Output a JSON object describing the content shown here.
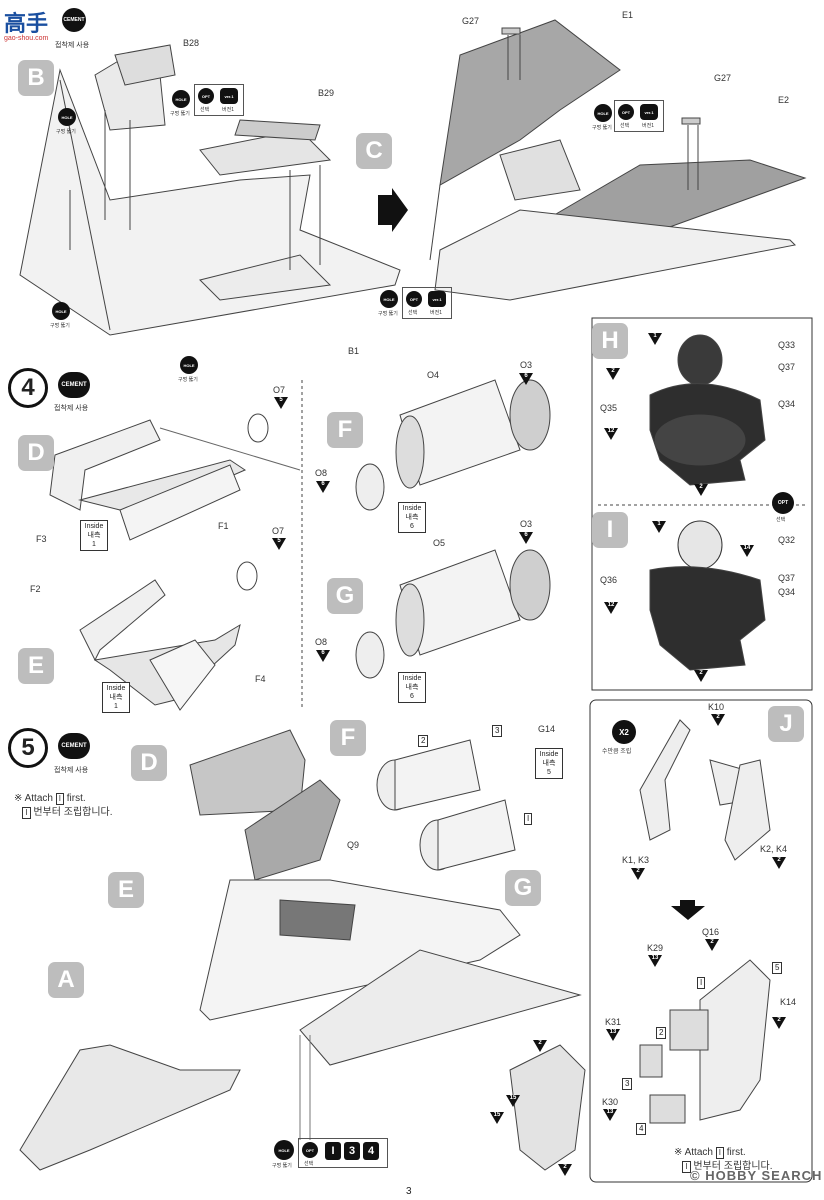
{
  "header": {
    "logo_text": "高手",
    "logo_url": "gao-shou.com",
    "cement_label": "CEMENT",
    "cement_sub": "접착제 사용"
  },
  "panels": {
    "B": "B",
    "C": "C",
    "D": "D",
    "E": "E",
    "F": "F",
    "G": "G",
    "H": "H",
    "I": "I",
    "J": "J",
    "A": "A"
  },
  "steps": {
    "step4": "4",
    "step5": "5"
  },
  "icons": {
    "cement": "CEMENT",
    "cement_sub": "접착제 사용",
    "hole": "HOLE",
    "hole_sub": "구멍 뚫기",
    "opt": "OPT",
    "opt_sub": "선택",
    "ver": "ver.1",
    "ver_sub": "버전1",
    "x2": "X2",
    "x2_sub": "수만큼 조립"
  },
  "labels": {
    "B28": "B28",
    "B29": "B29",
    "B1": "B1",
    "G27a": "G27",
    "G27b": "G27",
    "E1": "E1",
    "E2": "E2",
    "O7a": "O7",
    "O7b": "O7",
    "F1": "F1",
    "F2": "F2",
    "F3": "F3",
    "F4": "F4",
    "O4": "O4",
    "O3a": "O3",
    "O8a": "O8",
    "O5": "O5",
    "O3b": "O3",
    "O8b": "O8",
    "Q33": "Q33",
    "Q37a": "Q37",
    "Q35": "Q35",
    "Q34a": "Q34",
    "Q32": "Q32",
    "Q36": "Q36",
    "Q37b": "Q37",
    "Q34b": "Q34",
    "G14": "G14",
    "Q9": "Q9",
    "K10": "K10",
    "K1K3": "K1, K3",
    "K2K4": "K2, K4",
    "Q16": "Q16",
    "K29": "K29",
    "K14": "K14",
    "K31": "K31",
    "K30": "K30"
  },
  "tri_nums": {
    "o7": "5",
    "o3": "6",
    "o8": "6",
    "inside1": "1",
    "inside6": "6",
    "inside5": "5",
    "h1": "1",
    "h2": "2",
    "h12": "12",
    "i1": "1",
    "i14": "14",
    "i12": "12",
    "k2": "2",
    "k13": "13",
    "k15": "15"
  },
  "inside": {
    "en": "Inside",
    "ko": "내측"
  },
  "notes": {
    "attach_en": "※ Attach",
    "attach_box": "I",
    "attach_first": "first.",
    "attach_ko": "번부터 조립합니다.",
    "boxes": [
      "2",
      "3",
      "I",
      "5",
      "4",
      "I",
      "2",
      "3"
    ]
  },
  "optbar": [
    "I",
    "3",
    "4"
  ],
  "footer": {
    "page": "3",
    "watermark": "© HOBBY SEARCH"
  }
}
